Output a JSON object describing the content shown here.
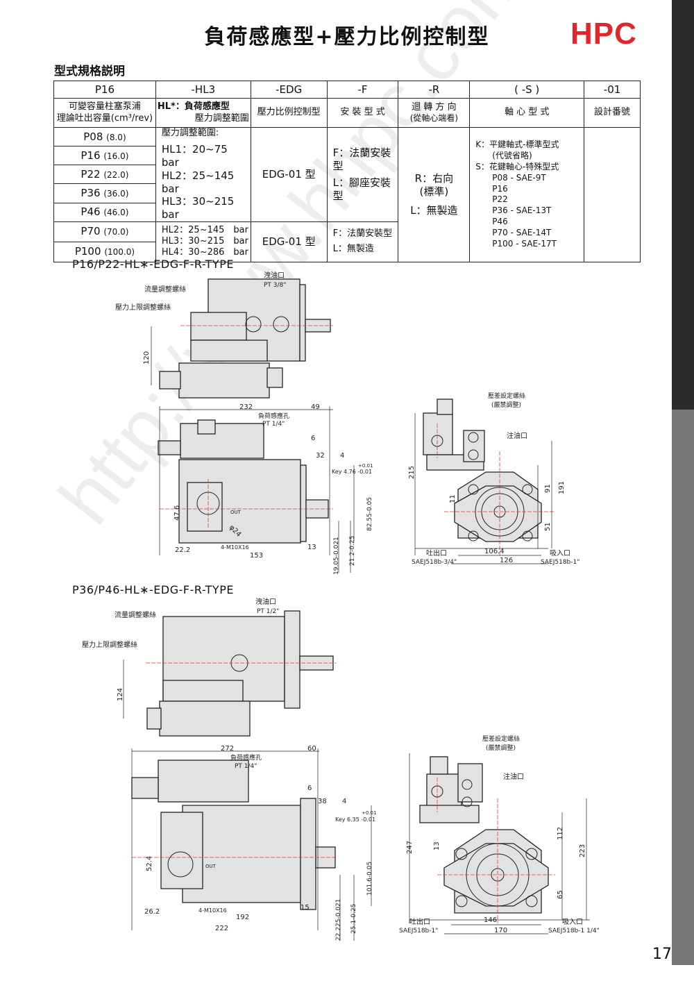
{
  "title": "負荷感應型+壓力比例控制型",
  "logo": "HPC",
  "section_title": "型式規格説明",
  "watermark": "http://www.hhpc.com.tw",
  "table": {
    "codes": [
      "P16",
      "-HL3",
      "-EDG",
      "-F",
      "-R",
      "( -S )",
      "-01"
    ],
    "desc": {
      "c1a": "可變容量柱塞泵浦",
      "c1b": "理論吐出容量(cm³/rev)",
      "c2a": "HL*：負荷感應型",
      "c2b": "壓力調整範圍",
      "c3": "壓力比例控制型",
      "c4": "安 裝 型 式",
      "c5a": "迴 轉 方 向",
      "c5b": "(從軸心端看)",
      "c6": "軸 心 型 式",
      "c7": "設計番號"
    },
    "caps": [
      {
        "m": "P08",
        "v": "(8.0)"
      },
      {
        "m": "P16",
        "v": "(16.0)"
      },
      {
        "m": "P22",
        "v": "(22.0)"
      },
      {
        "m": "P36",
        "v": "(36.0)"
      },
      {
        "m": "P46",
        "v": "(46.0)"
      },
      {
        "m": "P70",
        "v": "(70.0)"
      },
      {
        "m": "P100",
        "v": "(100.0)"
      }
    ],
    "g1_pressure": {
      "head": "壓力調整範圍:",
      "l1": "HL1：20~75　bar",
      "l2": "HL2：25~145　bar",
      "l3": "HL3：30~215　bar"
    },
    "g2_pressure": {
      "l1": "HL2：25~145　bar",
      "l2": "HL3：30~215　bar",
      "l3": "HL4：30~286　bar"
    },
    "edg": "EDG-01 型",
    "g1_mount": {
      "f": "F：法蘭安裝型",
      "l": "L：腳座安裝型"
    },
    "g2_mount": {
      "f": "F：法蘭安裝型",
      "l": "L：無製造"
    },
    "rotation": {
      "r": "R：右向",
      "std": "(標準)",
      "l": "L：無製造"
    },
    "shaft": [
      "K：平鍵軸式-標準型式",
      "(代號省略)",
      "S：花鍵軸心-特殊型式",
      "P08 -  SAE-9T",
      "P16",
      "P22",
      "P36 -  SAE-13T",
      "P46",
      "P70  -  SAE-14T",
      "P100  -  SAE-17T"
    ]
  },
  "d1": {
    "title": "P16/P22-HL∗-EDG-F-R-TYPE",
    "drain": "洩油口",
    "drain_pt": "PT 3/8\"",
    "flow": "流量調整螺絲",
    "pmax": "壓力上限調整螺絲",
    "h": "120",
    "w1": "232",
    "w2": "49",
    "ls": "負荷感應孔",
    "ls_pt": "PT 1/4\"",
    "d6": "6",
    "d32": "32",
    "d4": "4",
    "tol1": "+0.01",
    "key": "Key 4.76 -0.01",
    "d476": "47.6",
    "phi": "φ24",
    "out": "OUT",
    "d222": "22.2",
    "bolt": "4-M10X16",
    "d153": "153",
    "d13": "13",
    "s1": "19.05-0.021",
    "s2": "21.2-0.25",
    "s3": "82.55-0.05",
    "zero": "0",
    "diff": "壓差設定螺絲",
    "diff2": "(嚴禁調整)",
    "fill": "注油口",
    "d215": "215",
    "d191": "191",
    "d91": "91",
    "d51": "51",
    "d11": "11",
    "out_port": "吐出口",
    "out_sae": "SAEJ518b-3/4\"",
    "in_port": "吸入口",
    "in_sae": "SAEJ518b-1\"",
    "d1064": "106.4",
    "d126": "126"
  },
  "d2": {
    "title": "P36/P46-HL∗-EDG-F-R-TYPE",
    "drain": "洩油口",
    "drain_pt": "PT 1/2\"",
    "flow": "流量調整螺絲",
    "pmax": "壓力上限調整螺絲",
    "h": "124",
    "w1": "272",
    "w2": "60",
    "ls": "負荷感應孔",
    "ls_pt": "PT 1/4\"",
    "d6": "6",
    "d38": "38",
    "d4": "4",
    "tol1": "+0.01",
    "key": "Key 6.35 -0.01",
    "d524": "52.4",
    "out": "OUT",
    "d262": "26.2",
    "bolt": "4-M10X16",
    "d192": "192",
    "d222": "222",
    "d15": "15",
    "s1": "22.225-0.021",
    "s2": "25.1-0.25",
    "s3": "101.6-0.05",
    "zero": "0",
    "diff": "壓差設定螺絲",
    "diff2": "(嚴禁調整)",
    "fill": "注油口",
    "d247": "247",
    "d223": "223",
    "d112": "112",
    "d65": "65",
    "d13": "13",
    "out_port": "吐出口",
    "out_sae": "SAEJ518b-1\"",
    "in_port": "吸入口",
    "in_sae": "SAEJ518b-1 1/4\"",
    "d146": "146",
    "d170": "170"
  },
  "page_number": "17"
}
